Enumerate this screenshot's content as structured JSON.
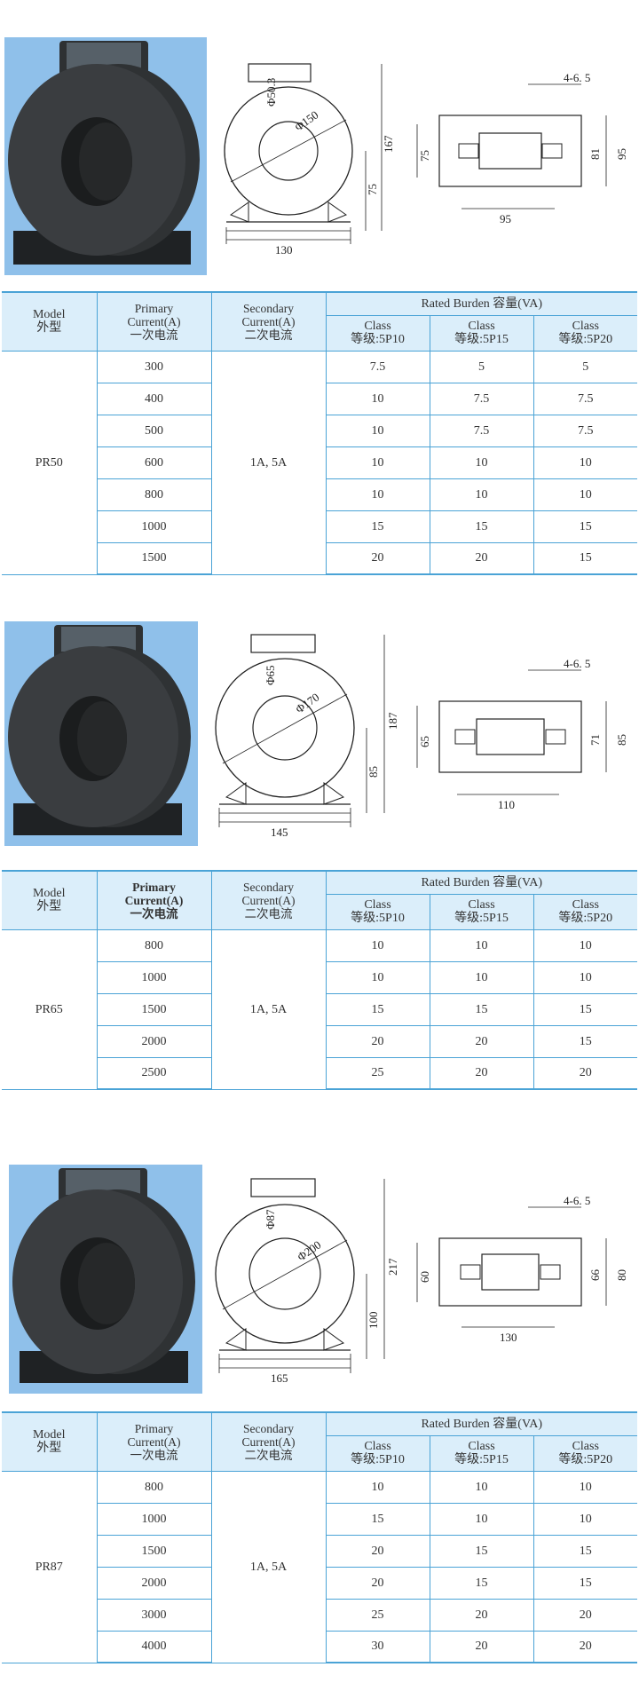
{
  "header_labels": {
    "model": "Model",
    "model_cn": "外型",
    "primary": "Primary",
    "primary_current": "Current(A)",
    "primary_cn": "一次电流",
    "secondary": "Secondary",
    "secondary_current": "Current(A)",
    "secondary_cn": "二次电流",
    "rated_burden": "Rated Burden 容量(VA)",
    "class": "Class",
    "class_5p10": "等级:5P10",
    "class_5p15": "等级:5P15",
    "class_5p20": "等级:5P20"
  },
  "products": [
    {
      "model": "PR50",
      "secondary_current": "1A, 5A",
      "drawing": {
        "inner_dia": "Φ50.3",
        "outer_dia": "Φ150",
        "width": "130",
        "height": "167",
        "center": "75",
        "side_left": "75",
        "side_width": "95",
        "side_inner": "81",
        "side_outer": "95",
        "hole": "4-6. 5"
      },
      "rows": [
        {
          "primary": "300",
          "p10": "7.5",
          "p15": "5",
          "p20": "5"
        },
        {
          "primary": "400",
          "p10": "10",
          "p15": "7.5",
          "p20": "7.5"
        },
        {
          "primary": "500",
          "p10": "10",
          "p15": "7.5",
          "p20": "7.5"
        },
        {
          "primary": "600",
          "p10": "10",
          "p15": "10",
          "p20": "10"
        },
        {
          "primary": "800",
          "p10": "10",
          "p15": "10",
          "p20": "10"
        },
        {
          "primary": "1000",
          "p10": "15",
          "p15": "15",
          "p20": "15"
        },
        {
          "primary": "1500",
          "p10": "20",
          "p15": "20",
          "p20": "15"
        }
      ]
    },
    {
      "model": "PR65",
      "secondary_current": "1A, 5A",
      "drawing": {
        "inner_dia": "Φ65",
        "outer_dia": "Φ170",
        "width": "145",
        "height": "187",
        "center": "85",
        "side_left": "65",
        "side_width": "110",
        "side_inner": "71",
        "side_outer": "85",
        "hole": "4-6. 5"
      },
      "rows": [
        {
          "primary": "800",
          "p10": "10",
          "p15": "10",
          "p20": "10"
        },
        {
          "primary": "1000",
          "p10": "10",
          "p15": "10",
          "p20": "10"
        },
        {
          "primary": "1500",
          "p10": "15",
          "p15": "15",
          "p20": "15"
        },
        {
          "primary": "2000",
          "p10": "20",
          "p15": "20",
          "p20": "15"
        },
        {
          "primary": "2500",
          "p10": "25",
          "p15": "20",
          "p20": "20"
        }
      ]
    },
    {
      "model": "PR87",
      "secondary_current": "1A, 5A",
      "drawing": {
        "inner_dia": "Φ87",
        "outer_dia": "Φ200",
        "width": "165",
        "height": "217",
        "center": "100",
        "side_left": "60",
        "side_width": "130",
        "side_inner": "66",
        "side_outer": "80",
        "hole": "4-6. 5"
      },
      "rows": [
        {
          "primary": "800",
          "p10": "10",
          "p15": "10",
          "p20": "10"
        },
        {
          "primary": "1000",
          "p10": "15",
          "p15": "10",
          "p20": "10"
        },
        {
          "primary": "1500",
          "p10": "20",
          "p15": "15",
          "p20": "15"
        },
        {
          "primary": "2000",
          "p10": "20",
          "p15": "15",
          "p20": "15"
        },
        {
          "primary": "3000",
          "p10": "25",
          "p15": "20",
          "p20": "20"
        },
        {
          "primary": "4000",
          "p10": "30",
          "p15": "20",
          "p20": "20"
        }
      ]
    }
  ]
}
